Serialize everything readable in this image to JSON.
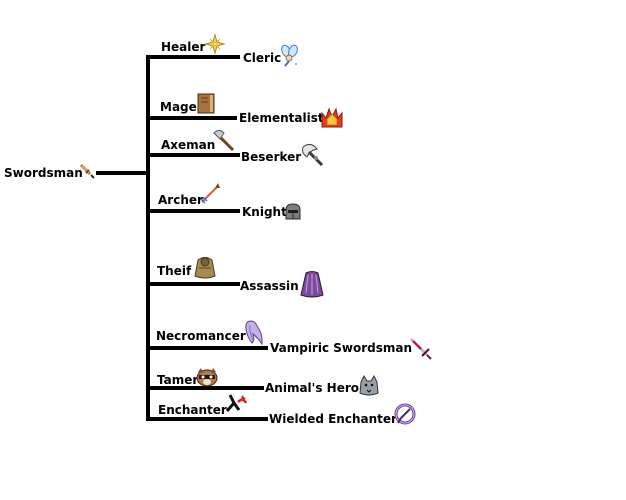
{
  "root": {
    "label": "Swordsman",
    "icon": "sword-icon"
  },
  "branches": [
    {
      "base": "Healer",
      "base_icon": "holy-star-icon",
      "advanced": "Cleric",
      "advanced_icon": "fairy-icon"
    },
    {
      "base": "Mage",
      "base_icon": "spellbook-icon",
      "advanced": "Elementalist",
      "advanced_icon": "fire-crown-icon"
    },
    {
      "base": "Axeman",
      "base_icon": "axe-icon",
      "advanced": "Beserker",
      "advanced_icon": "battle-axe-icon"
    },
    {
      "base": "Archer",
      "base_icon": "arrow-icon",
      "advanced": "Knight",
      "advanced_icon": "knight-helmet-icon"
    },
    {
      "base": "Theif",
      "base_icon": "thief-cloak-icon",
      "advanced": "Assassin",
      "advanced_icon": "assassin-cape-icon"
    },
    {
      "base": "Necromancer",
      "base_icon": "ghost-icon",
      "advanced": "Vampiric Swordsman",
      "advanced_icon": "bloody-sword-icon"
    },
    {
      "base": "Tamer",
      "base_icon": "raccoon-icon",
      "advanced": "Animal's Hero",
      "advanced_icon": "wolf-icon"
    },
    {
      "base": "Enchanter",
      "base_icon": "enchant-symbol-icon",
      "advanced": "Wielded Enchanter",
      "advanced_icon": "enchanted-ring-icon"
    }
  ]
}
